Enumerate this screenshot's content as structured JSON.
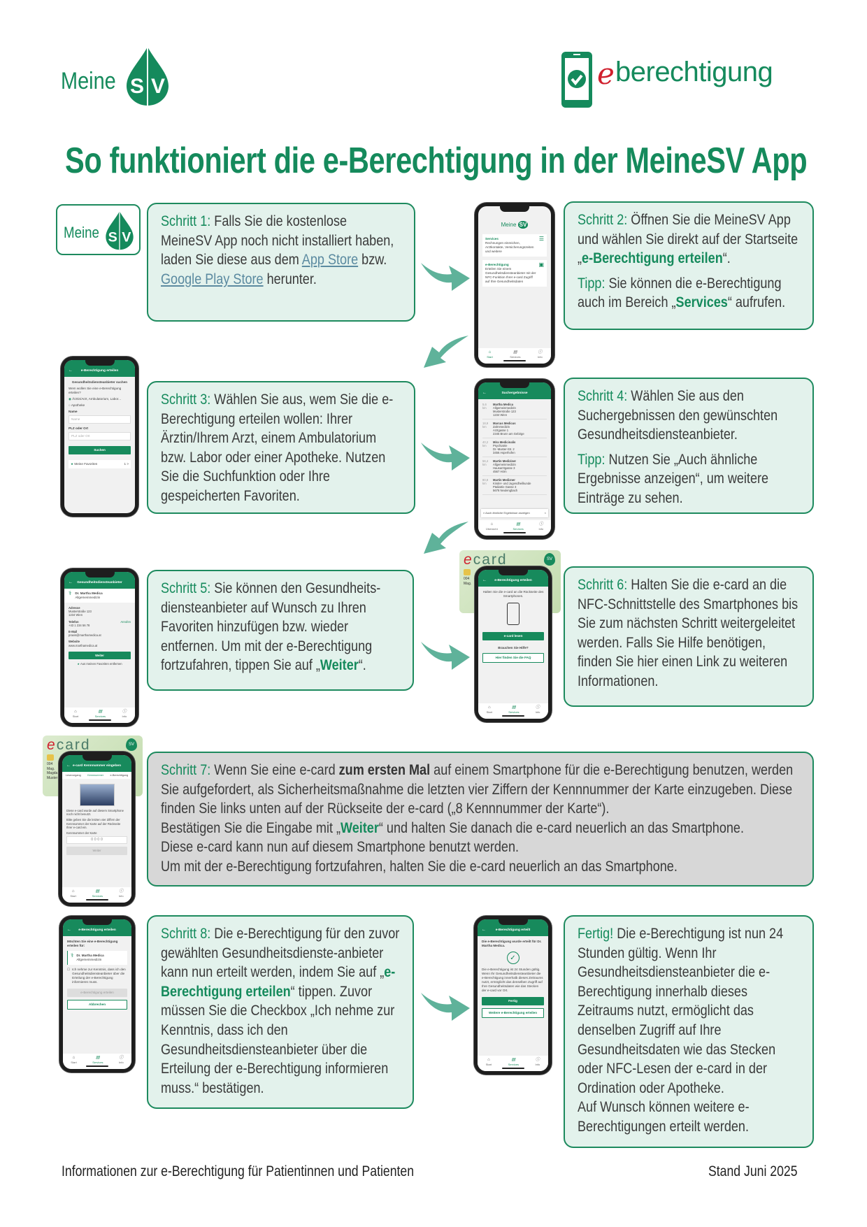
{
  "header": {
    "logo_meine": "Meine",
    "logo_sv": "SV",
    "eb_logo_e": "e",
    "eb_logo_rest": "berechtigung",
    "title": "So funktioniert die e-Berechtigung in der MeineSV App"
  },
  "colors": {
    "brand_green": "#158a5c",
    "box_bg": "#e3f2ec",
    "box_gray": "#d7d7d7",
    "arrow": "#5fb29a",
    "ecard_red": "#d0202e"
  },
  "steps": [
    {
      "label": "Schritt 1:",
      "t1": " Falls Sie die kostenlose MeineSV App noch nicht installiert haben, laden Sie diese aus dem ",
      "link1": "App Store",
      "t2": " bzw. ",
      "link2": "Google Play Store",
      "t3": " herunter."
    },
    {
      "label": "Schritt 2:",
      "t1": " Öffnen Sie die MeineSV App und wählen Sie direkt auf der Startseite „",
      "hl": "e-Berechtigung erteilen",
      "t2": "“.",
      "tip_label": "Tipp:",
      "tip1": " Sie können die e-Berechtigung auch im Bereich „",
      "tip_hl": "Services",
      "tip2": "“ aufrufen."
    },
    {
      "label": "Schritt 3:",
      "t1": " Wählen Sie aus, wem Sie die e-Berechtigung erteilen wollen: Ihrer Ärztin/Ihrem Arzt, einem Ambulatorium bzw. Labor oder einer Apotheke. Nutzen Sie die Suchfunktion oder Ihre gespeicherten Favoriten."
    },
    {
      "label": "Schritt 4:",
      "t1": " Wählen Sie aus den Suchergebnissen den gewünschten Gesundheitsdiensteanbieter.",
      "tip_label": "Tipp:",
      "tip1": " Nutzen Sie „Auch ähnliche Ergebnisse anzeigen“, um weitere Einträge zu sehen."
    },
    {
      "label": "Schritt 5:",
      "t1": " Sie können den Gesundheits-diensteanbieter auf Wunsch zu Ihren Favoriten hinzufügen bzw. wieder entfernen. Um mit der e-Berechtigung fortzufahren, tippen Sie auf „",
      "hl": "Weiter",
      "t2": "“."
    },
    {
      "label": "Schritt 6:",
      "t1": " Halten Sie die e-card an die NFC-Schnittstelle des Smartphones bis Sie zum nächsten Schritt weitergeleitet werden. Falls Sie Hilfe benötigen, finden Sie hier einen Link zu weiteren Informationen."
    },
    {
      "label": "Schritt 7:",
      "t1": " Wenn Sie eine e-card ",
      "strong": "zum ersten Mal",
      "t2": " auf einem Smartphone für die e-Berechtigung benutzen, werden Sie aufgefordert, als Sicherheitsmaßnahme die letzten vier Ziffern der Kennnummer der Karte einzugeben. Diese finden Sie links unten auf der Rückseite der e-card („8 Kennnummer der Karte“).",
      "t3": "Bestätigen Sie die Eingabe mit „",
      "hl": "Weiter",
      "t4": "“ und halten Sie danach die e-card neuerlich an das Smartphone.",
      "t5": "Diese e-card kann nun auf diesem Smartphone benutzt werden.",
      "t6": "Um mit der e-Berechtigung fortzufahren, halten Sie die e-card neuerlich an das Smartphone."
    },
    {
      "label": "Schritt 8:",
      "t1": " Die e-Berechtigung für den zuvor gewählten Gesundheitsdienste-anbieter kann nun erteilt werden, indem Sie auf „",
      "hl": "e-Berechtigung erteilen",
      "t2": "“ tippen. Zuvor müssen Sie die Checkbox „Ich nehme zur Kenntnis, dass ich den Gesundheitsdiensteanbieter über die Erteilung der e-Berechtigung informieren muss.“ bestätigen."
    },
    {
      "label": "Fertig!",
      "t1": " Die e-Berechtigung ist nun 24 Stunden gültig. Wenn Ihr Gesundheitsdiensteanbieter die e-Berechtigung innerhalb dieses Zeitraums nutzt, ermöglicht das denselben Zugriff auf Ihre Gesundheitsdaten wie das Stecken oder NFC-Lesen der e-card in der Ordination oder Apotheke.",
      "t2": "Auf Wunsch können weitere e-Berechtigungen erteilt werden."
    }
  ],
  "nav": {
    "start": "Start",
    "services": "Services",
    "info": "Info",
    "overview": "Übersicht"
  },
  "phones": {
    "home": {
      "logo": "Meine",
      "sv": "SV",
      "card1_title": "Services",
      "card1_text": "Rechnungen einreichen, Arztkontakte, Versicherungszeiten und weitere",
      "card2_title": "e-Berechtigung",
      "card2_text": "Erteilen Sie einem Gesundheitsdiensteanbieter mit der NFC-Funktion Ihrer e-card Zugriff auf Ihre Gesundheitsdaten"
    },
    "search": {
      "header": "e-Berechtigung erteilen",
      "heading": "Gesundheitsdiensteanbieter suchen",
      "question": "Wem wollen Sie eine e-Berechtigung erteilen?",
      "opt1": "Ärztin/Arzt, Ambulatorium, Labor...",
      "opt2": "Apotheke",
      "name_label": "Name",
      "name_ph": "Name",
      "plz_label": "PLZ oder Ort",
      "plz_ph": "PLZ oder Ort",
      "button": "Suchen",
      "favorites": "Meine Favoriten",
      "fav_count": "1 >"
    },
    "results": {
      "header": "Suchergebnisse",
      "items": [
        {
          "km": "5,6 km",
          "name": "Martha Medica",
          "spec": "Allgemeinmedizin",
          "street": "Musterstraße 123",
          "city": "1234 Wien"
        },
        {
          "km": "18,9 km",
          "name": "Marcus Medicus",
          "spec": "Zahnmedizin",
          "street": "Arztgasse 1",
          "city": "2345 Brunn am Gebirge"
        },
        {
          "km": "40,2 km",
          "name": "Mira Medicinalis",
          "spec": "Psychiatrie",
          "street": "Dr.-Muster-Str. 2",
          "city": "3456 Asperhofen"
        },
        {
          "km": "56,4 km",
          "name": "Martin Mediziner",
          "spec": "Allgemeinmedizin",
          "street": "Hausarztgasse 3",
          "city": "4567 Hörn"
        },
        {
          "km": "80,8 km",
          "name": "Martin Medizner",
          "spec": "Kinder- und Jugendheilkunde",
          "street": "Pädiatrie Gasse 3",
          "city": "5678 Neulengbach"
        }
      ],
      "similar": "Auch ähnliche Ergebnisse anzeigen"
    },
    "detail": {
      "header": "Gesundheitsdiensteanbieter",
      "name": "Dr. Martha Medica",
      "spec": "Allgemeinmedizin",
      "addr_label": "Adresse",
      "addr1": "Musterstraße 123",
      "addr2": "1234 Wien",
      "tel_label": "Telefon",
      "tel": "+43 1 234 56 78",
      "call": "Anrufen",
      "mail_label": "E-Mail",
      "mail": "praxis@marthamedica.at",
      "web_label": "Website",
      "web": "www.marthamedica.at",
      "button": "Weiter",
      "fav": "Aus meinen Favoriten entfernen"
    },
    "nfc": {
      "header": "e-Berechtigung erteilen",
      "text": "Halten Sie die e-card an die Rückseite des Smartphones.",
      "button": "e-card lesen",
      "help": "Brauchen Sie Hilfe?",
      "faq": "Hier finden Sie die FAQ"
    },
    "pin": {
      "header": "e-card Kennnummer eingeben",
      "s1": "Lesevorgang",
      "s2": "Kennnummer",
      "s3": "e-Berechtigung",
      "text1": "Diese e-card wurde auf diesem Smartphone noch nicht benutzt.",
      "text2": "Bitte geben Sie die letzten vier Ziffern der Kennnummer der Karte auf der Rückseite Ihrer e-card ein.",
      "label": "Kennnummer der Karte",
      "value": "0 0 0 0",
      "button": "Weiter"
    },
    "confirm": {
      "header": "e-Berechtigung erteilen",
      "question": "Möchten Sie eine e-Berechtigung erteilen für:",
      "name": "Dr. Martha Medica",
      "spec": "Allgemeinmedizin",
      "check": "Ich nehme zur Kenntnis, dass ich den Gesundheitsdiensteanbieter über die Erteilung der e-Berechtigung informieren muss.",
      "button": "e-Berechtigung erteilen",
      "cancel": "Abbrechen"
    },
    "done": {
      "header": "e-Berechtigung erteilt",
      "title": "Die e-Berechtigung wurde erteilt für Dr. Martha Medica.",
      "text": "Die e-Berechtigung ist 24 Stunden gültig. Wenn Ihr Gesundheitsdiensteanbieter die e-Berechtigung innerhalb dieses Zeitraums nutzt, ermöglicht das denselben Zugriff auf Ihre Gesundheitsdaten wie das Stecken der e-card vor Ort.",
      "button": "Fertig",
      "more": "Weitere e-Berechtigung erteilen"
    }
  },
  "ecard": {
    "e": "e",
    "card": "card",
    "sv": "SV",
    "line1": "004",
    "line2": "Mag.",
    "line3": "Magda",
    "line4": "Muster"
  },
  "footer": {
    "left": "Informationen zur e-Berechtigung für Patientinnen und Patienten",
    "right": "Stand Juni 2025"
  }
}
